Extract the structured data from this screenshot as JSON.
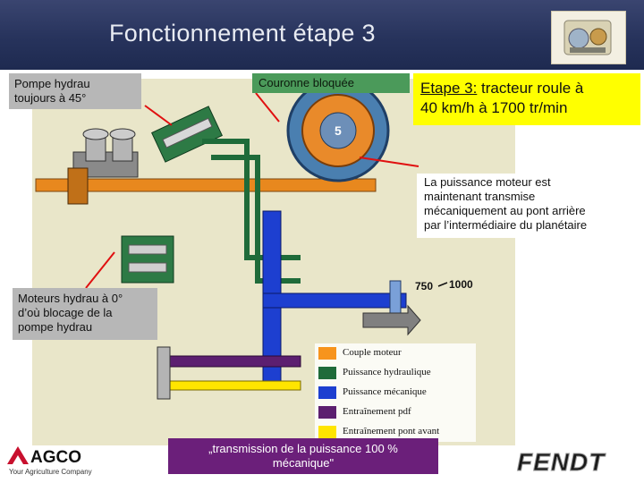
{
  "header": {
    "title": "Fonctionnement étape 3"
  },
  "callouts": {
    "pump": {
      "line1": "Pompe hydrau",
      "line2": "toujours à 45°"
    },
    "crown": "Couronne bloquée",
    "stage": {
      "line1_prefix": "Etape 3:",
      "line1_rest": " tracteur roule à",
      "line2": "40 km/h à 1700 tr/min"
    },
    "power": {
      "line1": "La puissance moteur est",
      "line2": "maintenant transmise",
      "line3": "mécaniquement au pont arrière",
      "line4": "par l’intermédiaire du planétaire"
    },
    "motors": {
      "line1": "Moteurs hydrau à 0°",
      "line2": "d’où blocage de la",
      "line3": "pompe hydrau"
    },
    "transmission": {
      "line1": "„transmission de la puissance 100 %",
      "line2": "mécanique\""
    }
  },
  "diagram": {
    "gear_number": "5",
    "scale_left": "750",
    "scale_right": "1000"
  },
  "legend": [
    {
      "label": "Couple moteur",
      "color": "#f7941d"
    },
    {
      "label": "Puissance hydraulique",
      "color": "#1f6b3a"
    },
    {
      "label": "Puissance mécanique",
      "color": "#1d3fd0"
    },
    {
      "label": "Entraînement pdf",
      "color": "#5c1f70"
    },
    {
      "label": "Entraînement pont avant",
      "color": "#ffe500"
    }
  ],
  "logos": {
    "agco_name": "AGCO",
    "agco_tagline": "Your Agriculture Company",
    "fendt": "FENDT"
  }
}
